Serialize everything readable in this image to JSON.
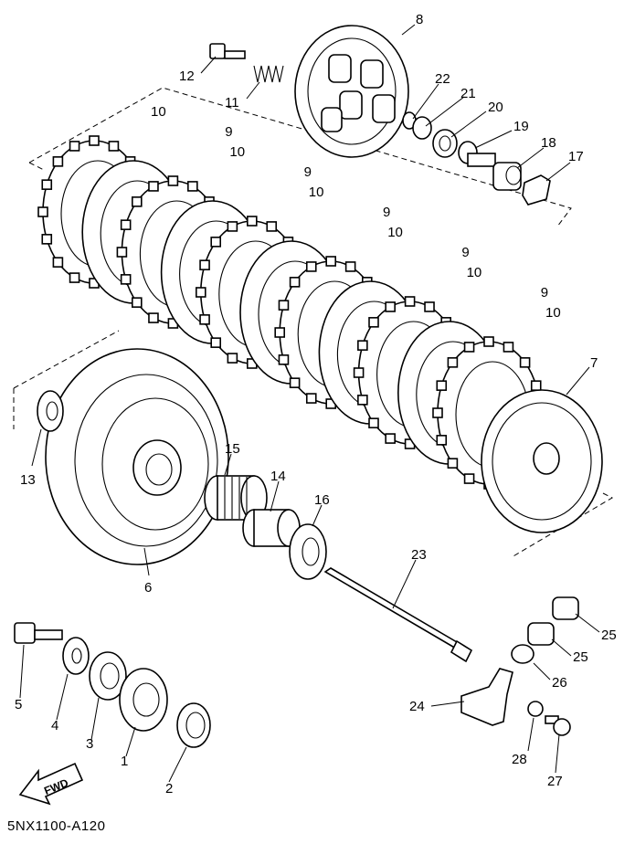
{
  "diagram_code": "5NX1100-A120",
  "direction_label": "FWD",
  "callouts": {
    "c1": "1",
    "c2": "2",
    "c3": "3",
    "c4": "4",
    "c5": "5",
    "c6": "6",
    "c7": "7",
    "c8": "8",
    "c9": "9",
    "c10": "10",
    "c11": "11",
    "c12": "12",
    "c13": "13",
    "c14": "14",
    "c15": "15",
    "c16": "16",
    "c17": "17",
    "c18": "18",
    "c19": "19",
    "c20": "20",
    "c21": "21",
    "c22": "22",
    "c23": "23",
    "c24": "24",
    "c25": "25",
    "c26": "26",
    "c27": "27",
    "c28": "28"
  },
  "icons": {
    "forward": "fwd-arrow-icon"
  }
}
